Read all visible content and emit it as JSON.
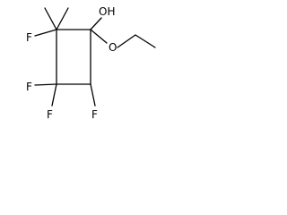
{
  "molecule": {
    "atoms": {
      "hydroxyl": "OH",
      "ether_oxygen": "O",
      "fluorine_1": "F",
      "fluorine_2": "F",
      "fluorine_3": "F",
      "fluorine_4": "F"
    }
  }
}
